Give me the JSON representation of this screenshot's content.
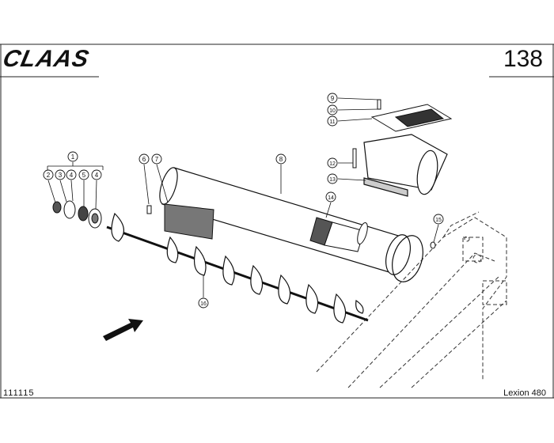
{
  "header": {
    "brand": "CLAAS",
    "page_number": "138"
  },
  "footer": {
    "doc_number": "111115",
    "model": "Lexion 480"
  },
  "callouts": {
    "c1": "1",
    "c2": "2",
    "c3": "3",
    "c4a": "4",
    "c5": "5",
    "c4b": "4",
    "c6": "6",
    "c7": "7",
    "c8": "8",
    "c9": "9",
    "c10": "10",
    "c11": "11",
    "c12": "12",
    "c13": "13",
    "c14": "14",
    "c15": "15",
    "c16": "16"
  },
  "icons": {
    "direction": "arrow-right-icon"
  }
}
